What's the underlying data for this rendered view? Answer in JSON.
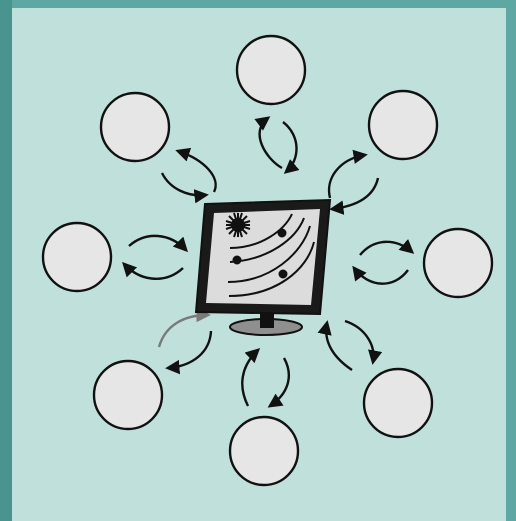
{
  "nodes": [
    {
      "id": "top",
      "label": ""
    },
    {
      "id": "upper-right",
      "label": ""
    },
    {
      "id": "right",
      "label": ""
    },
    {
      "id": "lower-right",
      "label": ""
    },
    {
      "id": "bottom",
      "label": ""
    },
    {
      "id": "lower-left",
      "label": ""
    },
    {
      "id": "left",
      "label": ""
    },
    {
      "id": "upper-left",
      "label": ""
    }
  ],
  "connectors": [
    {
      "node": "top",
      "style": "double-arrow-cycle"
    },
    {
      "node": "upper-right",
      "style": "double-arrow-cycle"
    },
    {
      "node": "right",
      "style": "double-arrow-cycle"
    },
    {
      "node": "lower-right",
      "style": "double-arrow-cycle"
    },
    {
      "node": "bottom",
      "style": "double-arrow-cycle"
    },
    {
      "node": "lower-left",
      "style": "double-arrow-cycle",
      "highlight_gray_arrow": true
    },
    {
      "node": "left",
      "style": "double-arrow-cycle"
    },
    {
      "node": "upper-left",
      "style": "double-arrow-cycle"
    }
  ],
  "central": {
    "type": "computer-monitor",
    "screen_icons": [
      "sunburst-icon",
      "orbit-lines-icon"
    ]
  },
  "colors": {
    "background": "#c0e0dc",
    "frame": "#5fa7a2",
    "frame_dark": "#4a9490",
    "node_fill": "#e6e6e6",
    "stroke": "#111111",
    "arrow_gray": "#7a7a7a",
    "screen": "#dcdcdc"
  }
}
